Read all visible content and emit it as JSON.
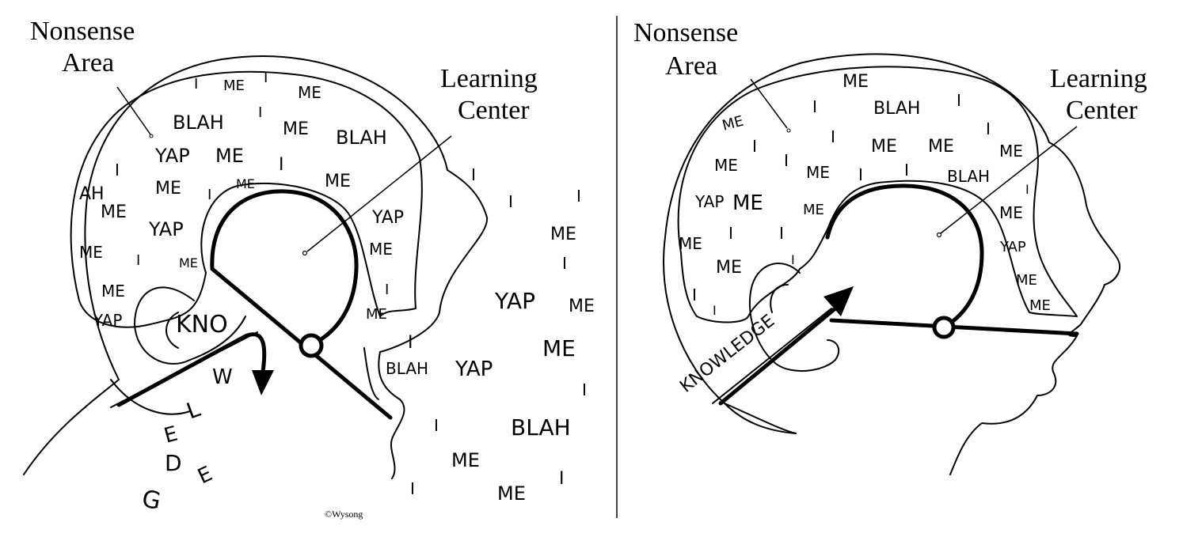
{
  "panels": [
    {
      "nonsense_label_line1": "Nonsense",
      "nonsense_label_line2": "Area",
      "learning_label_line1": "Learning",
      "learning_label_line2": "Center"
    },
    {
      "nonsense_label_line1": "Nonsense",
      "nonsense_label_line2": "Area",
      "learning_label_line1": "Learning",
      "learning_label_line2": "Center"
    }
  ],
  "left_word_split": {
    "part1": "KNO",
    "part2": "W",
    "scattered": [
      "L",
      "E",
      "D",
      "G",
      "E"
    ]
  },
  "right_arrow_word": "KNOWLEDGE",
  "copyright": "©Wysong",
  "left_brain_words": [
    "I",
    "ME",
    "I",
    "ME",
    "BLAH",
    "I",
    "ME",
    "BLAH",
    "YAP",
    "ME",
    "I",
    "I",
    "ME",
    "I",
    "ME",
    "ME",
    "AH",
    "ME",
    "YAP",
    "ME",
    "I",
    "ME",
    "ME",
    "YAP"
  ],
  "left_outside_words": [
    "I",
    "I",
    "I",
    "ME",
    "YAP",
    "I",
    "ME",
    "I",
    "YAP",
    "ME",
    "ME",
    "I",
    "ME",
    "BLAH",
    "YAP",
    "I",
    "I",
    "BLAH",
    "ME",
    "I",
    "I",
    "ME"
  ],
  "right_brain_words": [
    "ME",
    "I",
    "BLAH",
    "I",
    "ME",
    "I",
    "I",
    "ME",
    "ME",
    "I",
    "ME",
    "ME",
    "I",
    "ME",
    "I",
    "I",
    "BLAH",
    "I",
    "YAP",
    "ME",
    "ME",
    "ME",
    "I",
    "I",
    "YAP",
    "ME",
    "ME",
    "I",
    "ME",
    "I",
    "ME",
    "I"
  ]
}
